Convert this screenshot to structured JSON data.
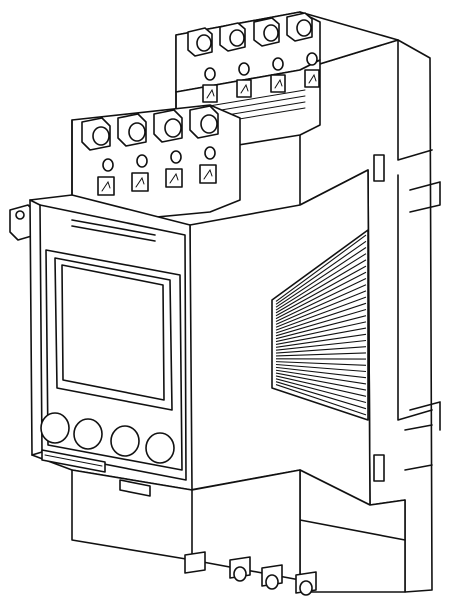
{
  "drawing": {
    "line_color": "#111111",
    "background_color": "#ffffff",
    "upper_terminal_count": 4,
    "lower_terminal_count": 4,
    "front_button_count": 4,
    "side_fin_count": 30
  }
}
